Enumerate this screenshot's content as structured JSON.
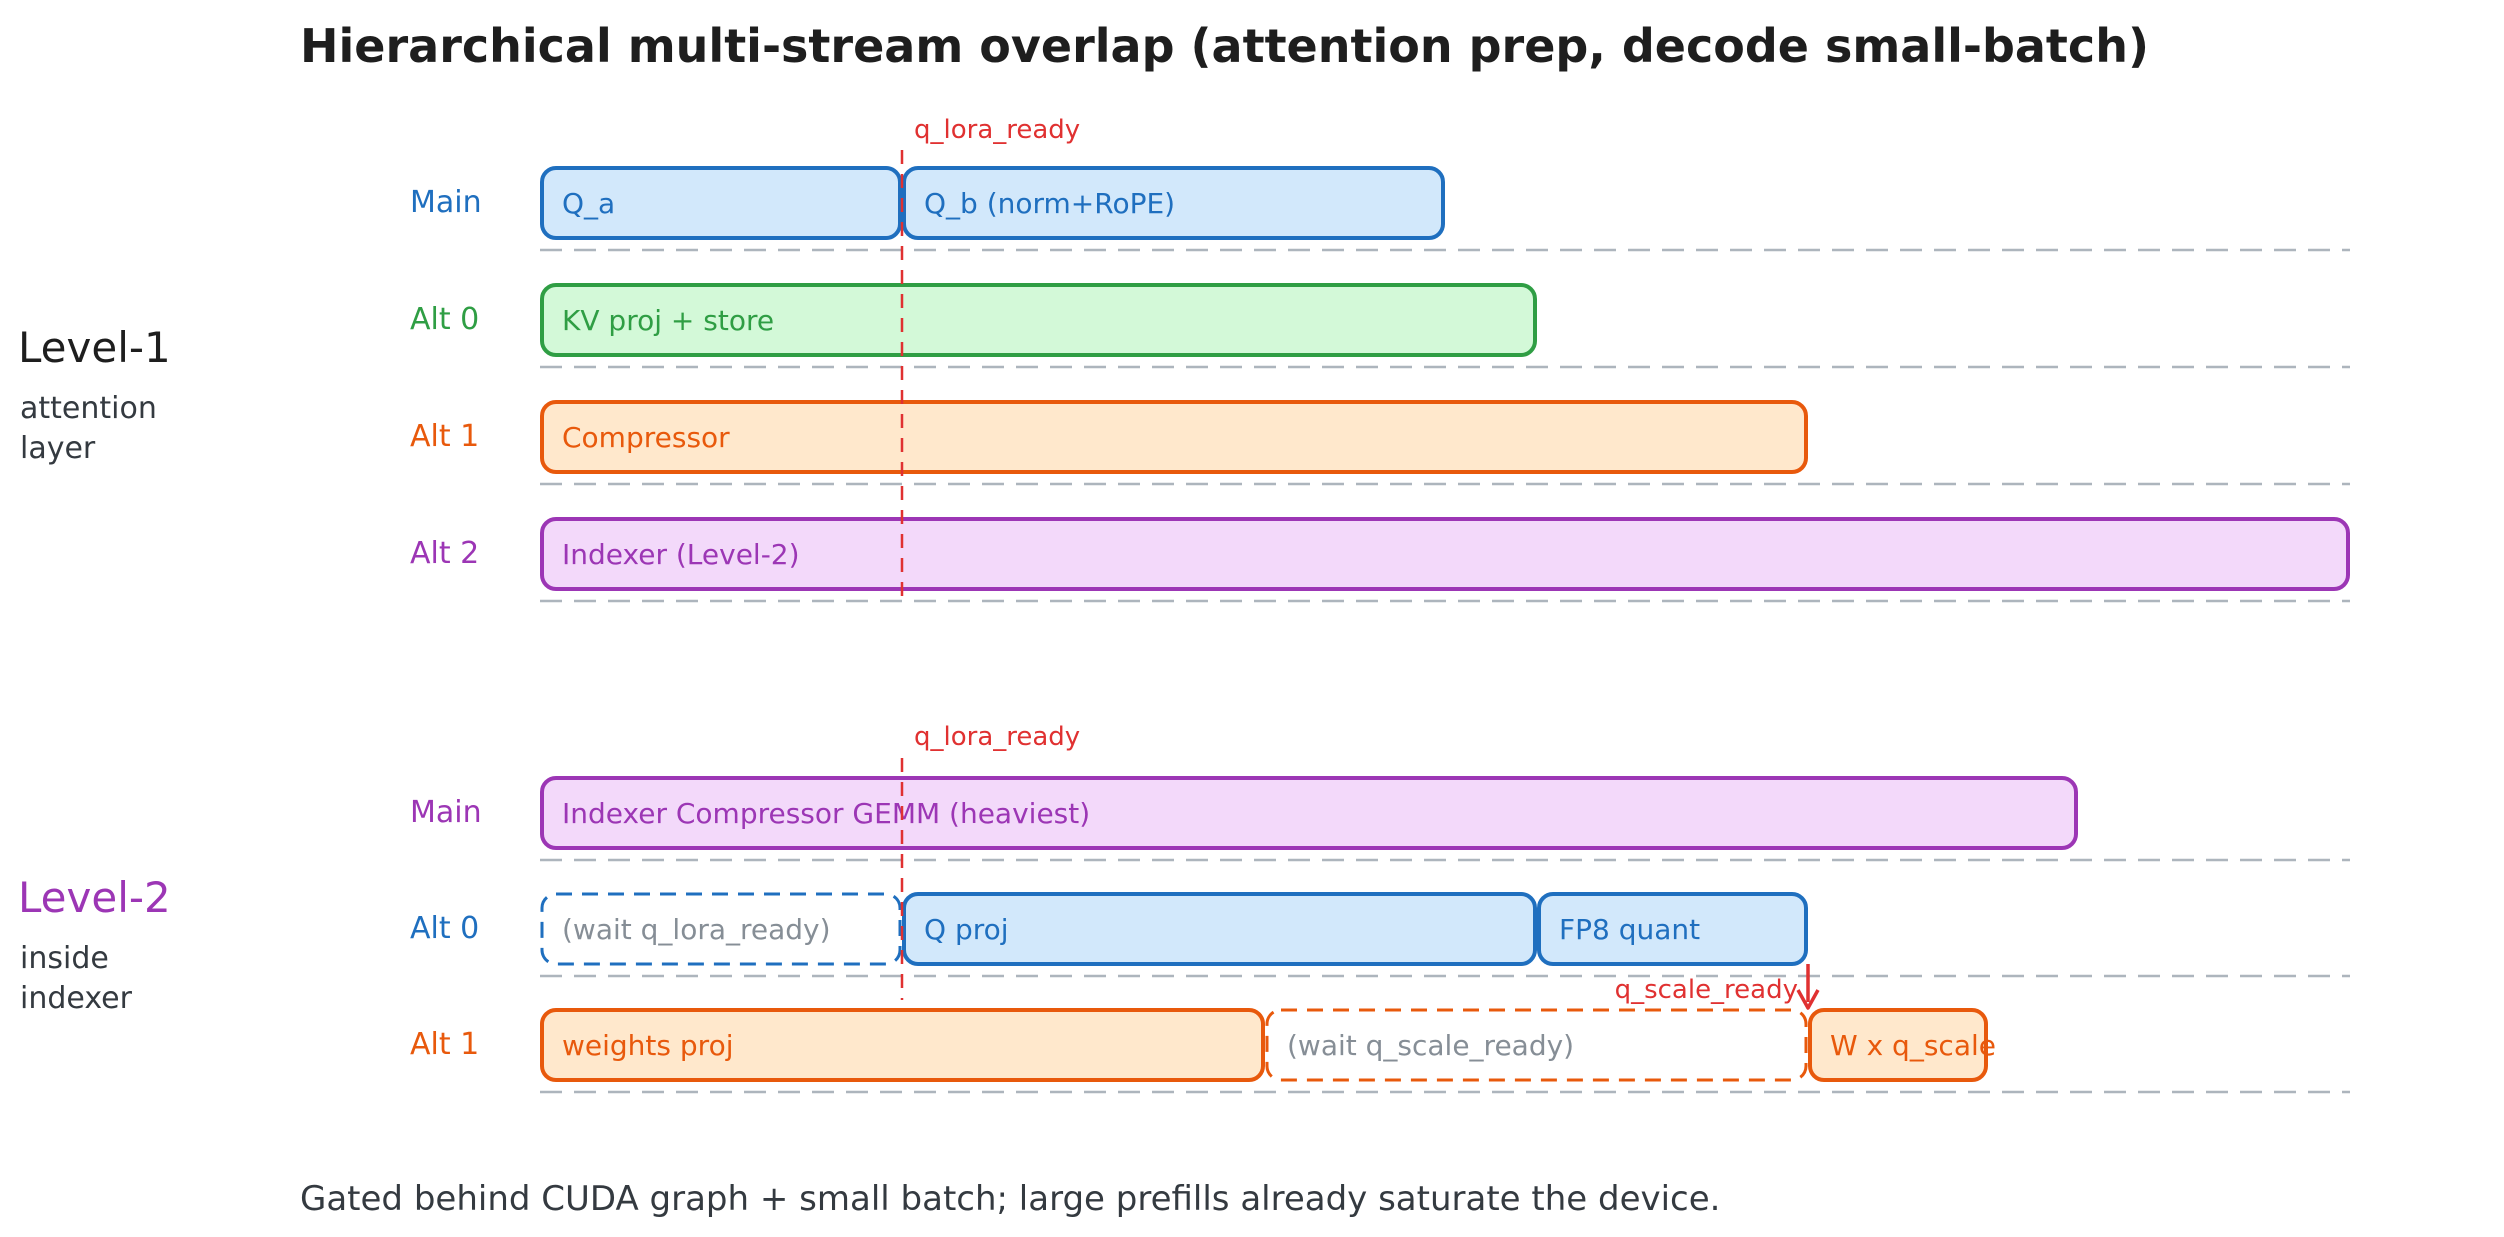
{
  "title": "Hierarchical multi-stream overlap (attention prep, decode small-batch)",
  "footer": "Gated behind CUDA graph + small batch; large prefills already saturate the device.",
  "colors": {
    "blue": "#1f6fbf",
    "blue_fill": "#d2e8fb",
    "green": "#2f9e44",
    "green_fill": "#d3f9d8",
    "orange": "#e8590c",
    "orange_fill": "#ffe8cc",
    "purple": "#9c36b5",
    "purple_fill": "#f3d9fa",
    "red": "#e03131",
    "gray": "#868e96",
    "dark": "#343a40"
  },
  "level1": {
    "heading": "Level-1",
    "caption_line1": "attention",
    "caption_line2": "layer",
    "marker": "q_lora_ready",
    "lanes": [
      {
        "label": "Main",
        "color": "blue"
      },
      {
        "label": "Alt 0",
        "color": "green"
      },
      {
        "label": "Alt 1",
        "color": "orange"
      },
      {
        "label": "Alt 2",
        "color": "purple"
      }
    ],
    "blocks": [
      {
        "text": "Q_a",
        "lane": 0,
        "color": "blue"
      },
      {
        "text": "Q_b (norm+RoPE)",
        "lane": 0,
        "color": "blue"
      },
      {
        "text": "KV proj + store",
        "lane": 1,
        "color": "green"
      },
      {
        "text": "Compressor",
        "lane": 2,
        "color": "orange"
      },
      {
        "text": "Indexer (Level-2)",
        "lane": 3,
        "color": "purple"
      }
    ]
  },
  "level2": {
    "heading": "Level-2",
    "caption_line1": "inside",
    "caption_line2": "indexer",
    "marker": "q_lora_ready",
    "scale_marker": "q_scale_ready",
    "lanes": [
      {
        "label": "Main",
        "color": "purple"
      },
      {
        "label": "Alt 0",
        "color": "blue"
      },
      {
        "label": "Alt 1",
        "color": "orange"
      }
    ],
    "blocks": [
      {
        "text": "Indexer Compressor GEMM (heaviest)",
        "lane": 0,
        "color": "purple"
      },
      {
        "text": "(wait q_lora_ready)",
        "lane": 1,
        "color": "blue",
        "wait": true
      },
      {
        "text": "Q proj",
        "lane": 1,
        "color": "blue"
      },
      {
        "text": "FP8 quant",
        "lane": 1,
        "color": "blue"
      },
      {
        "text": "weights proj",
        "lane": 2,
        "color": "orange"
      },
      {
        "text": "(wait q_scale_ready)",
        "lane": 2,
        "color": "orange",
        "wait": true
      },
      {
        "text": "W x q_scale",
        "lane": 2,
        "color": "orange"
      }
    ]
  }
}
